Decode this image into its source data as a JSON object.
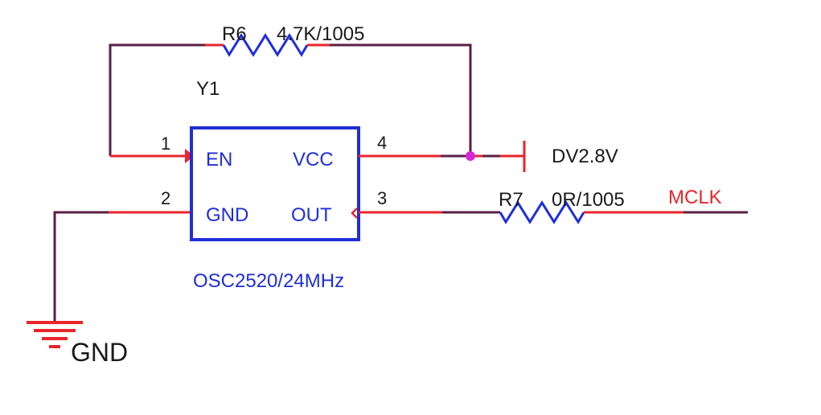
{
  "colors": {
    "wire_red": "#e8262b",
    "wire_dark": "#5a1f46",
    "component_blue": "#1f2ed8",
    "junction_magenta": "#d627d6",
    "text_dark": "#1a1a1a",
    "net_label_red": "#e8262b"
  },
  "resistors": {
    "r6": {
      "designator": "R6",
      "value": "4.7K/1005"
    },
    "r7": {
      "designator": "R7",
      "value": "0R/1005"
    }
  },
  "oscillator": {
    "designator": "Y1",
    "part": "OSC2520/24MHz",
    "pins": {
      "en": {
        "number": "1",
        "name": "EN"
      },
      "gnd": {
        "number": "2",
        "name": "GND"
      },
      "out": {
        "number": "3",
        "name": "OUT"
      },
      "vcc": {
        "number": "4",
        "name": "VCC"
      }
    }
  },
  "power": {
    "label": "DV2.8V"
  },
  "ground": {
    "label": "GND"
  },
  "net": {
    "label": "MCLK"
  }
}
